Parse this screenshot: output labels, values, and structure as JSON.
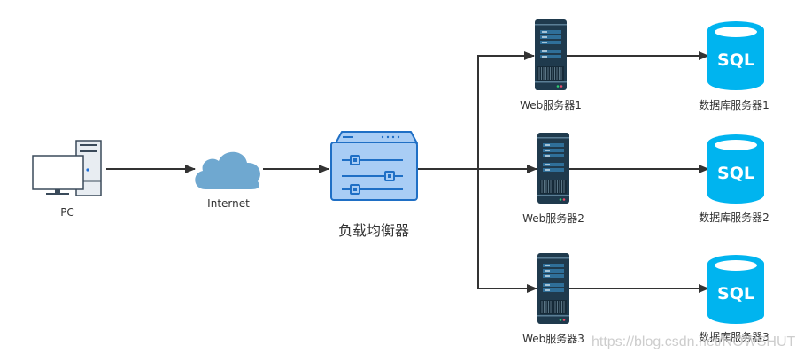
{
  "diagram": {
    "nodes": {
      "pc": {
        "label": "PC",
        "icon": "desktop-pc-icon"
      },
      "internet": {
        "label": "Internet",
        "icon": "cloud-icon"
      },
      "load_balancer": {
        "label": "负载均衡器",
        "icon": "load-balancer-icon"
      },
      "web_servers": [
        {
          "label": "Web服务器1",
          "icon": "server-tower-icon"
        },
        {
          "label": "Web服务器2",
          "icon": "server-tower-icon"
        },
        {
          "label": "Web服务器3",
          "icon": "server-tower-icon"
        }
      ],
      "db_servers": [
        {
          "label": "数据库服务器1",
          "icon": "sql-database-icon",
          "icon_text": "SQL"
        },
        {
          "label": "数据库服务器2",
          "icon": "sql-database-icon",
          "icon_text": "SQL"
        },
        {
          "label": "数据库服务器3",
          "icon": "sql-database-icon",
          "icon_text": "SQL"
        }
      ]
    },
    "edges": [
      {
        "from": "PC",
        "to": "Internet"
      },
      {
        "from": "Internet",
        "to": "负载均衡器"
      },
      {
        "from": "负载均衡器",
        "to": "Web服务器1"
      },
      {
        "from": "负载均衡器",
        "to": "Web服务器2"
      },
      {
        "from": "负载均衡器",
        "to": "Web服务器3"
      },
      {
        "from": "Web服务器1",
        "to": "数据库服务器1"
      },
      {
        "from": "Web服务器2",
        "to": "数据库服务器2"
      },
      {
        "from": "Web服务器3",
        "to": "数据库服务器3"
      }
    ],
    "colors": {
      "edge": "#333333",
      "cloud": "#6fa8d0",
      "balancer_fill": "#a9cdf5",
      "balancer_stroke": "#1f6fc5",
      "server_body": "#1f3a4d",
      "database": "#00b4ef"
    }
  },
  "watermark": "https://blog.csdn.net/NOWSHUT"
}
